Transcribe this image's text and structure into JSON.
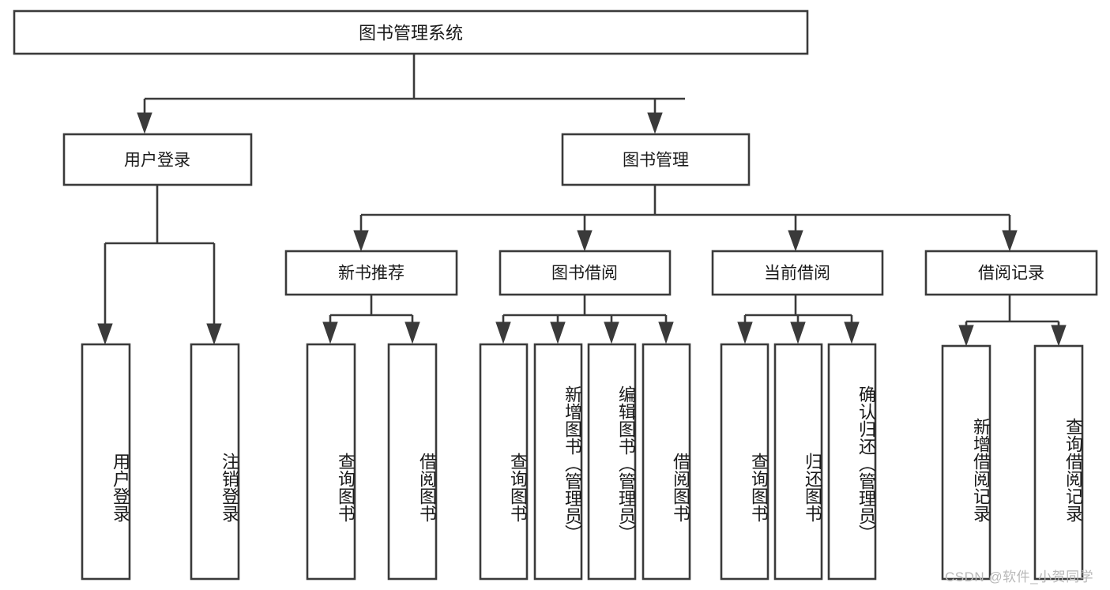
{
  "diagram": {
    "title": "图书管理系统",
    "type": "tree-hierarchy",
    "orientation": "top-down",
    "colors": {
      "box_stroke": "#3a3a3a",
      "box_fill": "#ffffff",
      "connector": "#3a3a3a",
      "text": "#1a1a1a",
      "watermark": "#b8b8b8",
      "background": "#ffffff"
    },
    "root": {
      "label": "图书管理系统"
    },
    "level2": [
      {
        "id": "user-login",
        "label": "用户登录"
      },
      {
        "id": "book-manage",
        "label": "图书管理"
      }
    ],
    "level3": [
      {
        "id": "new-book-recommend",
        "label": "新书推荐",
        "parent": "book-manage"
      },
      {
        "id": "book-borrow",
        "label": "图书借阅",
        "parent": "book-manage"
      },
      {
        "id": "current-borrow",
        "label": "当前借阅",
        "parent": "book-manage"
      },
      {
        "id": "borrow-record",
        "label": "借阅记录",
        "parent": "book-manage"
      }
    ],
    "leaves": {
      "user-login": [
        {
          "id": "leaf-user-login",
          "label": "用户登录"
        },
        {
          "id": "leaf-logout-login",
          "label": "注销登录"
        }
      ],
      "new-book-recommend": [
        {
          "id": "leaf-query-book-1",
          "label": "查询图书"
        },
        {
          "id": "leaf-borrow-book-1",
          "label": "借阅图书"
        }
      ],
      "book-borrow": [
        {
          "id": "leaf-query-book-2",
          "label": "查询图书"
        },
        {
          "id": "leaf-add-book",
          "label": "新增图书（管理员）"
        },
        {
          "id": "leaf-edit-book",
          "label": "编辑图书（管理员）"
        },
        {
          "id": "leaf-borrow-book-2",
          "label": "借阅图书"
        }
      ],
      "current-borrow": [
        {
          "id": "leaf-query-book-3",
          "label": "查询图书"
        },
        {
          "id": "leaf-return-book",
          "label": "归还图书"
        },
        {
          "id": "leaf-confirm-return",
          "label": "确认归还（管理员）"
        }
      ],
      "borrow-record": [
        {
          "id": "leaf-add-record",
          "label": "新增借阅记录"
        },
        {
          "id": "leaf-query-record",
          "label": "查询借阅记录"
        }
      ]
    },
    "watermark": "CSDN @软件_小贺同学"
  }
}
